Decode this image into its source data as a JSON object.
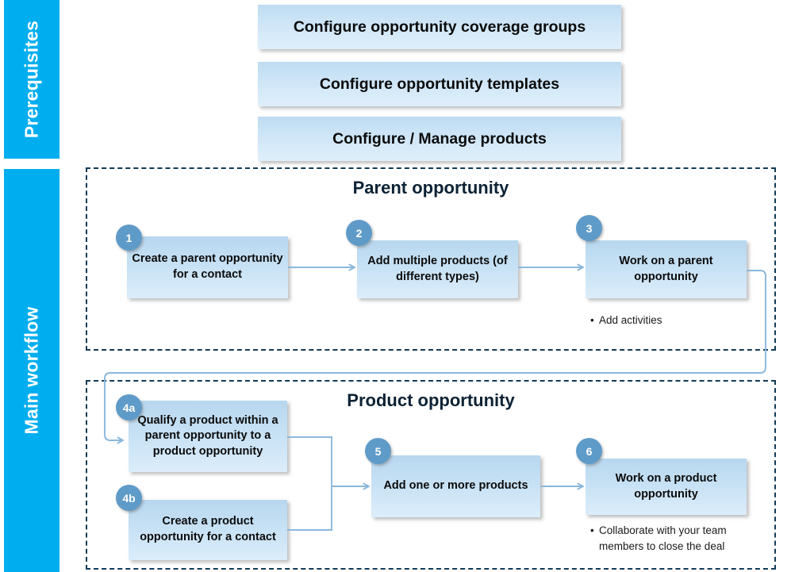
{
  "colors": {
    "band": "#00AEEF",
    "box_fill_top": "#b7d7ef",
    "box_fill_bottom": "#dcedfa",
    "badge": "#5f9bc9",
    "dashed_frame": "#123c57",
    "connector": "#8ab8dd",
    "title_text": "#0d2235"
  },
  "bands": [
    {
      "id": "prerequisites",
      "label": "Prerequisites"
    },
    {
      "id": "main-workflow",
      "label": "Main workflow"
    }
  ],
  "prerequisites": {
    "boxes": [
      {
        "label": "Configure opportunity coverage groups"
      },
      {
        "label": "Configure opportunity templates"
      },
      {
        "label": "Configure / Manage products"
      }
    ]
  },
  "sections": [
    {
      "id": "parent-opportunity",
      "title": "Parent opportunity",
      "steps": [
        {
          "number": "1",
          "label": "Create a parent opportunity for a contact"
        },
        {
          "number": "2",
          "label": "Add multiple products (of different types)"
        },
        {
          "number": "3",
          "label": "Work on a parent opportunity"
        }
      ],
      "notes": [
        {
          "text": "Add activities"
        }
      ]
    },
    {
      "id": "product-opportunity",
      "title": "Product opportunity",
      "steps": [
        {
          "number": "4a",
          "label": "Qualify a product within a parent opportunity to a product opportunity"
        },
        {
          "number": "4b",
          "label": "Create a product opportunity for a contact"
        },
        {
          "number": "5",
          "label": "Add one or more products"
        },
        {
          "number": "6",
          "label": "Work on a product opportunity"
        }
      ],
      "notes": [
        {
          "text": "Collaborate with your team members to close the deal"
        }
      ]
    }
  ]
}
